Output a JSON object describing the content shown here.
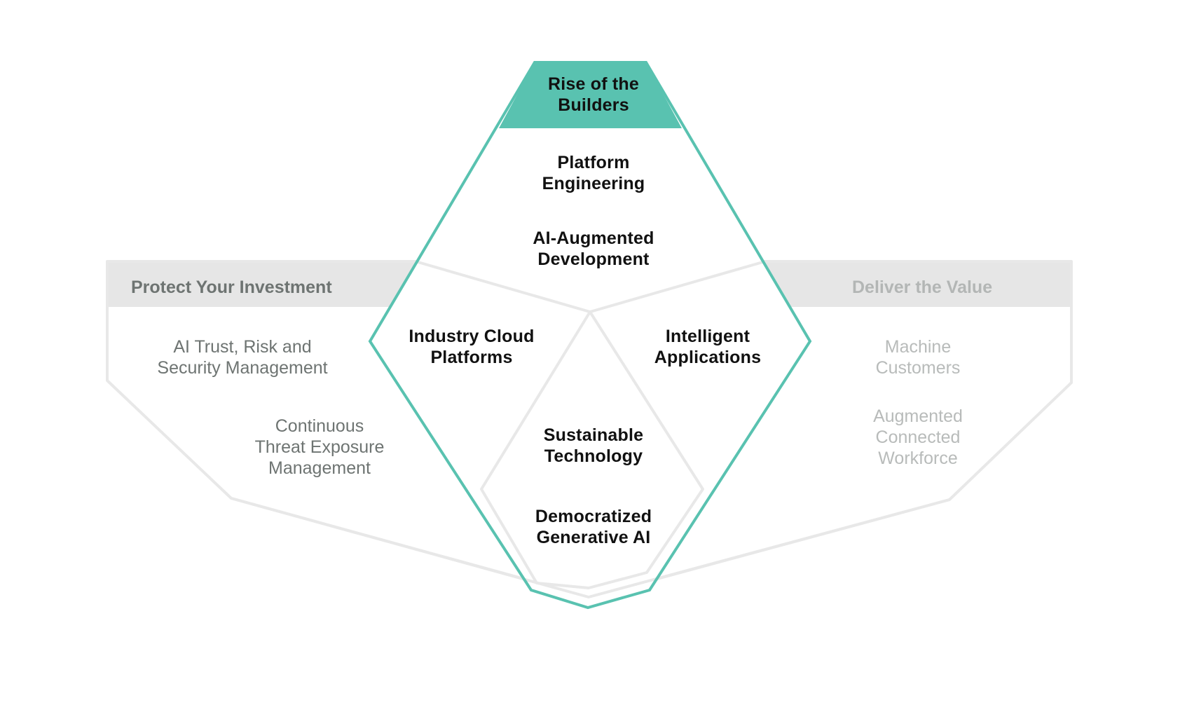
{
  "colors": {
    "accent": "#59c2b0",
    "panel_header_fill": "#e6e6e6",
    "panel_stroke": "#e8e8e8",
    "core_text": "#111111",
    "left_text": "#6e7472",
    "right_text": "#b8bbba"
  },
  "top_theme": {
    "label": "Rise of the\nBuilders",
    "items": [
      {
        "label": "Platform\nEngineering"
      },
      {
        "label": "AI-Augmented\nDevelopment"
      }
    ]
  },
  "core_items": [
    {
      "label": "Industry Cloud\nPlatforms"
    },
    {
      "label": "Intelligent\nApplications"
    },
    {
      "label": "Sustainable\nTechnology"
    },
    {
      "label": "Democratized\nGenerative AI"
    }
  ],
  "left_panel": {
    "title": "Protect Your Investment",
    "items": [
      {
        "label": "AI Trust, Risk and\nSecurity Management"
      },
      {
        "label": "Continuous\nThreat Exposure\nManagement"
      }
    ]
  },
  "right_panel": {
    "title": "Deliver the Value",
    "items": [
      {
        "label": "Machine\nCustomers"
      },
      {
        "label": "Augmented\nConnected\nWorkforce"
      }
    ]
  }
}
